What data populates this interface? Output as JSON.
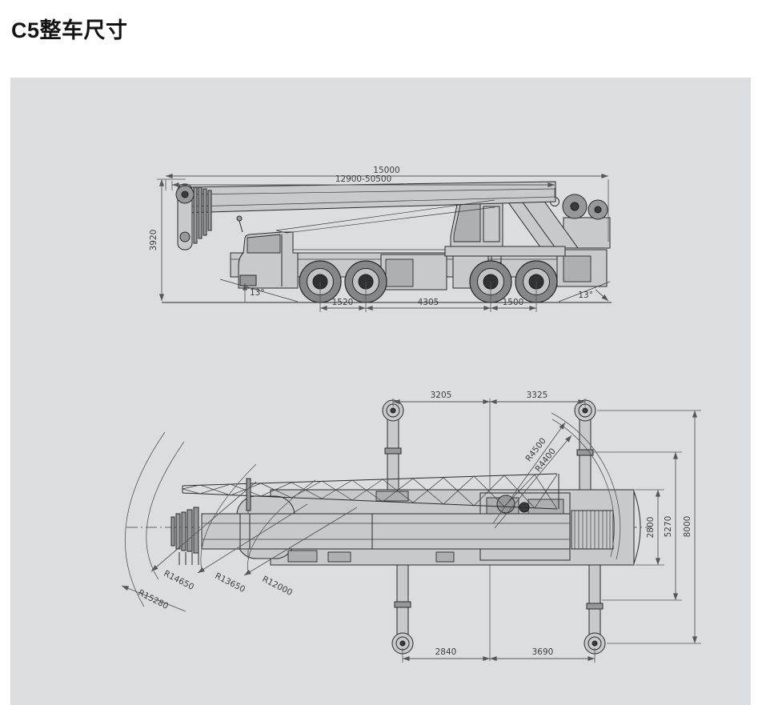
{
  "page": {
    "title": "C5整车尺寸"
  },
  "side_view": {
    "total_length": "15000",
    "boom_length_range": "12900-50500",
    "overall_height": "3920",
    "axle_spacing_front": "1520",
    "axle_spacing_middle": "4305",
    "axle_spacing_rear": "1500",
    "approach_angle": "13°",
    "departure_angle": "13°"
  },
  "top_view": {
    "outrigger_front_left_span": "3205",
    "outrigger_front_right_span": "3325",
    "vehicle_width": "2800",
    "outrigger_mid_span": "5270",
    "outrigger_full_span": "8000",
    "outrigger_rear_left_span": "2840",
    "outrigger_rear_right_span": "3690",
    "tail_swing_radius_outer": "R4500",
    "tail_swing_radius_inner": "R4400",
    "turning_radius_outer": "R15280",
    "turning_radius_2": "R14650",
    "turning_radius_3": "R13650",
    "turning_radius_inner": "R12000"
  },
  "colors": {
    "panel_background": "#dcdde0",
    "line_art": "#2a2b2d",
    "dimension": "#54565a",
    "title_text": "#131313"
  }
}
